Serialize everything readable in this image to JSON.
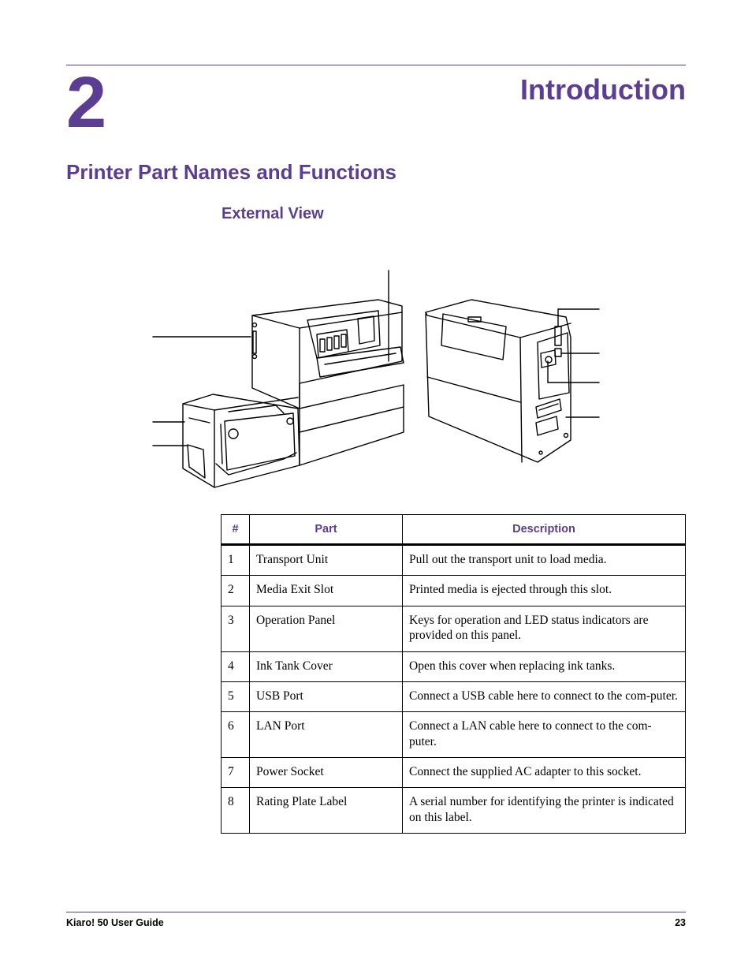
{
  "chapter": {
    "number": "2",
    "title": "Introduction"
  },
  "section": {
    "title": "Printer Part Names and Functions"
  },
  "subsection": {
    "title": "External View"
  },
  "table": {
    "headers": {
      "num": "#",
      "part": "Part",
      "description": "Description"
    },
    "rows": [
      {
        "num": "1",
        "part": "Transport Unit",
        "description": "Pull out the transport unit to load media."
      },
      {
        "num": "2",
        "part": "Media Exit Slot",
        "description": "Printed media is ejected through this slot."
      },
      {
        "num": "3",
        "part": "Operation Panel",
        "description": "Keys for operation and LED status indicators are provided on this panel."
      },
      {
        "num": "4",
        "part": "Ink Tank Cover",
        "description": "Open this cover when replacing ink tanks."
      },
      {
        "num": "5",
        "part": "USB Port",
        "description": "Connect a USB cable here to connect to the com-puter."
      },
      {
        "num": "6",
        "part": "LAN Port",
        "description": "Connect a LAN cable here to connect to the com-puter."
      },
      {
        "num": "7",
        "part": "Power Socket",
        "description": "Connect the supplied AC adapter to this socket."
      },
      {
        "num": "8",
        "part": "Rating Plate Label",
        "description": "A serial number for identifying the printer is indicated on this label."
      }
    ]
  },
  "footer": {
    "left": "Kiaro! 50 User Guide",
    "right": "23"
  },
  "colors": {
    "accent": "#5b3d91",
    "text": "#000000"
  }
}
